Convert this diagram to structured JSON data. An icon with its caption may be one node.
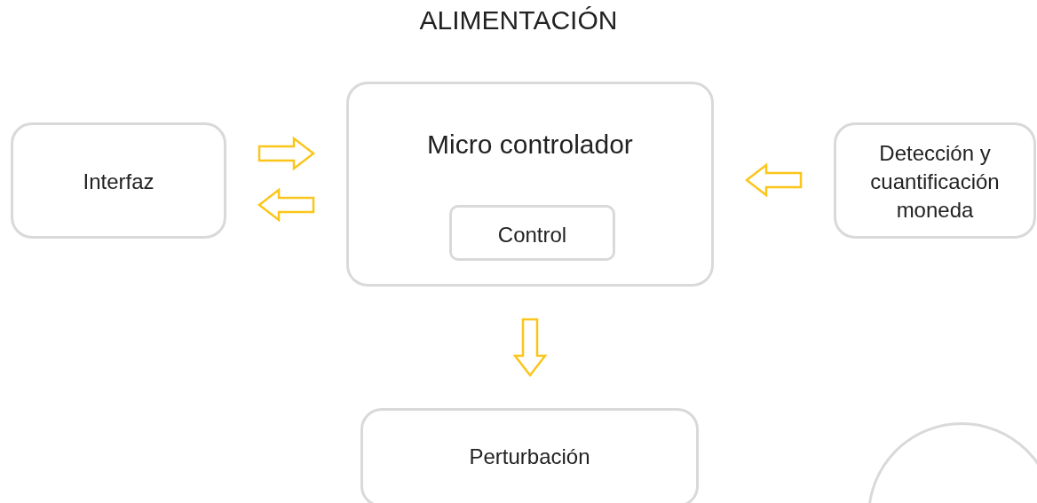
{
  "diagram": {
    "title": "ALIMENTACIÓN",
    "nodes": [
      {
        "text": [
          "Interfaz"
        ]
      },
      {
        "text": [
          "Micro controlador"
        ]
      },
      {
        "text": [
          "Control"
        ],
        "in": 1
      },
      {
        "text": [
          "Detección y cuantificación moneda"
        ]
      },
      {
        "text": [
          "Perturbación"
        ]
      },
      {
        "text": [],
        "shape": "circle"
      }
    ],
    "edges": [
      {
        "from": 0,
        "to": 1,
        "arrow": "to"
      },
      {
        "from": 1,
        "to": 0,
        "arrow": "to"
      },
      {
        "from": 3,
        "to": 1,
        "arrow": "to"
      },
      {
        "from": 1,
        "to": 4,
        "arrow": "to"
      }
    ]
  }
}
